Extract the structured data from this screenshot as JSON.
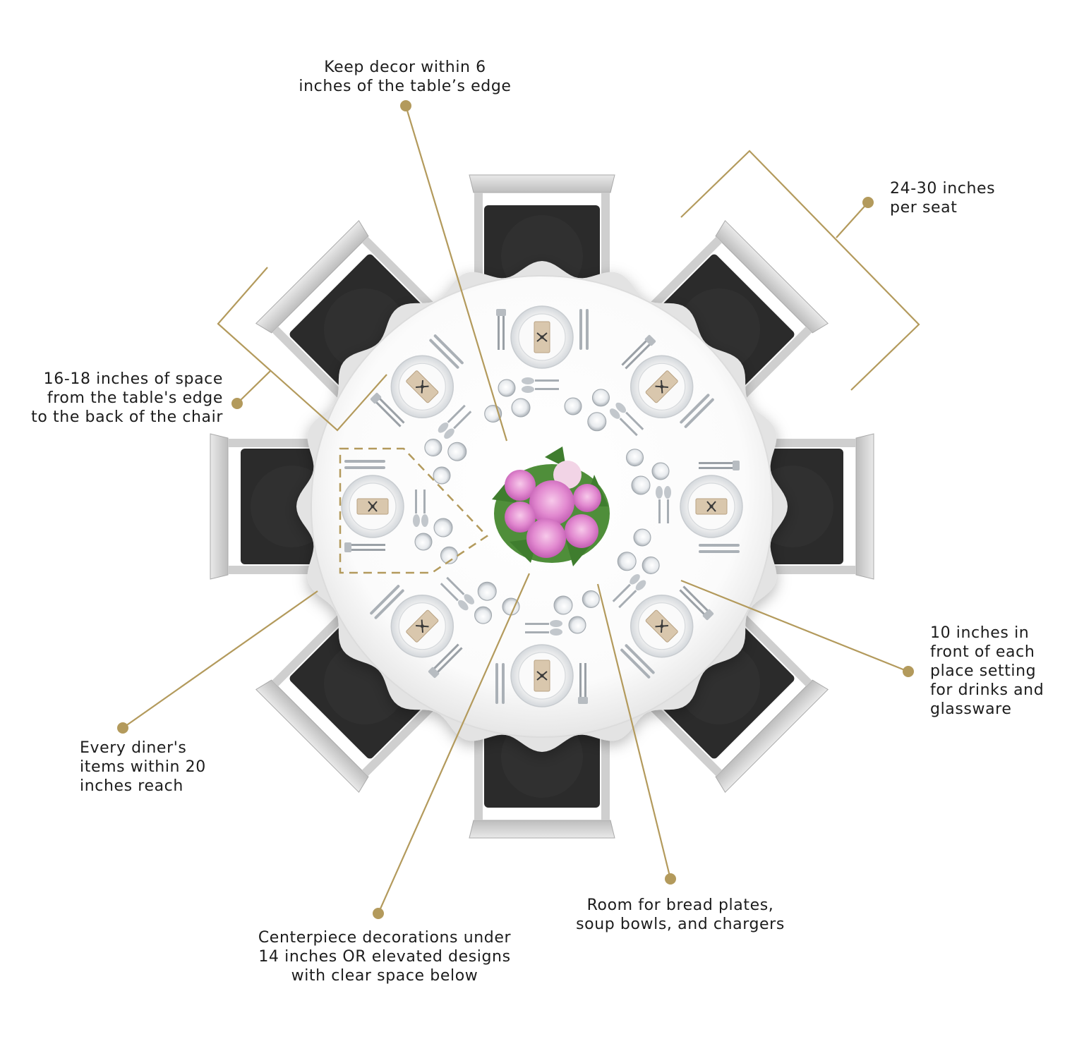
{
  "colors": {
    "accent": "#b39a5c",
    "chair_frame": "#c9c9c9",
    "chair_seat": "#2b2b2b",
    "table": "#f2f2f2"
  },
  "annotations": {
    "decor_edge": [
      "Keep decor within 6",
      "inches of the table’s edge"
    ],
    "per_seat": [
      "24-30 inches",
      "per seat"
    ],
    "chair_space": [
      "16-18 inches of space",
      "from the table's edge",
      "to the back of the chair"
    ],
    "drinks": [
      "10 inches in",
      "front of each",
      "place setting",
      "for drinks and",
      "glassware"
    ],
    "reach": [
      "Every diner's",
      "items within 20",
      "inches reach"
    ],
    "bread": [
      "Room for bread plates,",
      "soup bowls, and chargers"
    ],
    "centerpiece": [
      "Centerpiece decorations under",
      "14 inches OR elevated designs",
      "with clear space below"
    ]
  },
  "icons": {
    "centerpiece": "flower-bouquet-icon",
    "setting": "place-setting-icon",
    "chair": "chair-icon"
  }
}
